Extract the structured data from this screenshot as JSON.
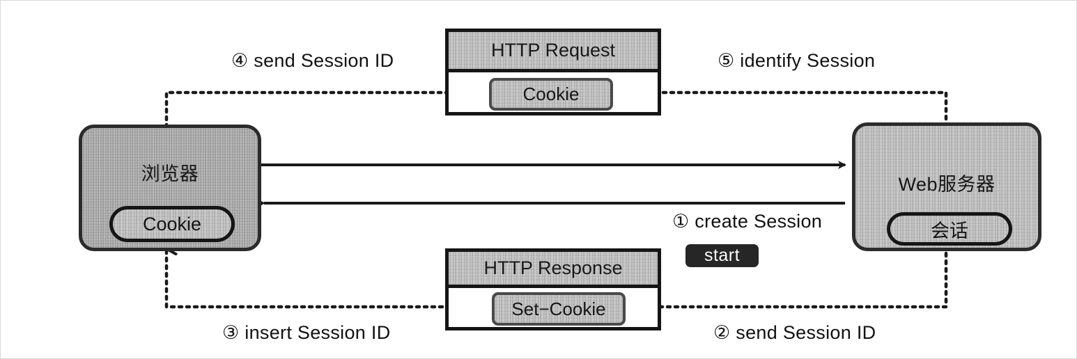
{
  "diagram": {
    "title_hidden": "",
    "nodes": {
      "browser": {
        "label": "浏览器",
        "cookie_capsule": "Cookie"
      },
      "server": {
        "label": "Web服务器",
        "session_capsule": "会话"
      }
    },
    "messages": {
      "request": {
        "header": "HTTP Request",
        "field": "Cookie"
      },
      "response": {
        "header": "HTTP Response",
        "field": "Set−Cookie"
      }
    },
    "steps": [
      {
        "id": "step-1",
        "marker": "①",
        "text": "create Session",
        "full": "① create Session"
      },
      {
        "id": "step-2",
        "marker": "②",
        "text": "send Session ID",
        "full": "② send Session ID"
      },
      {
        "id": "step-3",
        "marker": "③",
        "text": "insert Session ID",
        "full": "③ insert Session ID"
      },
      {
        "id": "step-4",
        "marker": "④",
        "text": "send Session ID",
        "full": "④ send Session ID"
      },
      {
        "id": "step-5",
        "marker": "⑤",
        "text": "identify Session",
        "full": "⑤ identify Session"
      }
    ],
    "badge": {
      "label": "start"
    },
    "colors": {
      "stroke": "#151515",
      "grey_fill": "#a9a9a9",
      "grey_fill_light": "#b9b9b9",
      "badge_bg": "#262626",
      "badge_text": "#ffffff",
      "page_bg": "#ffffff"
    },
    "icons": {
      "arrow_right": "arrow-right-icon",
      "arrow_left": "arrow-left-icon",
      "arrow_up": "arrow-up-icon",
      "arrow_down": "arrow-down-icon"
    }
  }
}
